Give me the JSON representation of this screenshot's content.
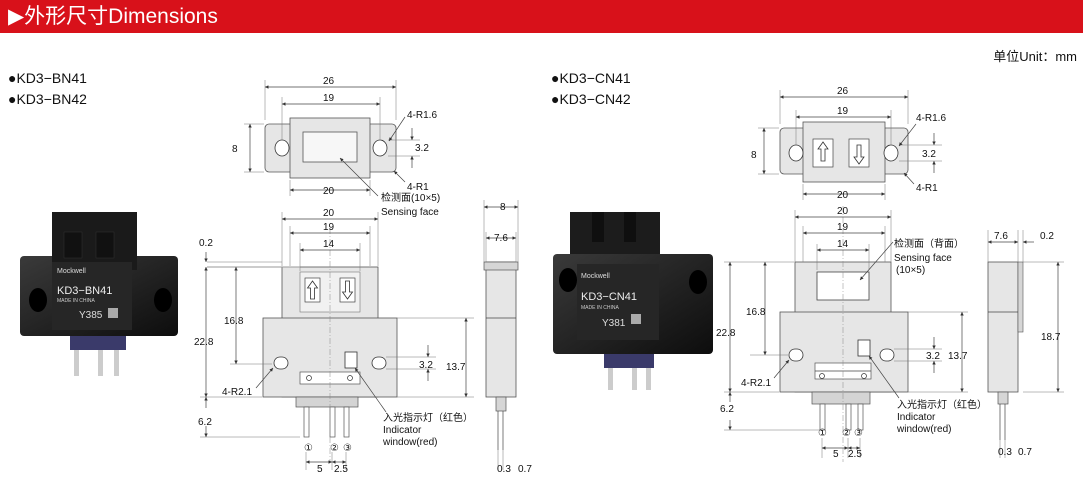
{
  "header": {
    "title": "▶外形尺寸Dimensions"
  },
  "unit": "单位Unit：mm",
  "left": {
    "models": [
      "●KD3−BN41",
      "●KD3−BN42"
    ],
    "photo": {
      "brand": "Mockwell",
      "model": "KD3−BN41",
      "made": "MADE IN CHINA",
      "code": "Y385"
    },
    "top_view": {
      "w26": "26",
      "w19": "19",
      "h8": "8",
      "d32": "3.2",
      "w20": "20",
      "r16": "4-R1.6",
      "r1": "4-R1"
    },
    "sensing": {
      "cn": "检测面(10×5)",
      "en": "Sensing face"
    },
    "front_view": {
      "w20": "20",
      "w19": "19",
      "w14": "14",
      "d02": "0.2",
      "h168": "16.8",
      "h228": "22.8",
      "d32": "3.2",
      "h137": "13.7",
      "r21": "4-R2.1",
      "h62": "6.2",
      "p5": "5",
      "p25": "2.5",
      "pins": [
        "①",
        "②",
        "③"
      ]
    },
    "indicator": {
      "cn": "入光指示灯（红色）",
      "en1": "Indicator",
      "en2": "window(red)"
    },
    "side_view": {
      "w8": "8",
      "w76": "7.6",
      "t03": "0.3",
      "t07": "0.7"
    }
  },
  "right": {
    "models": [
      "●KD3−CN41",
      "●KD3−CN42"
    ],
    "photo": {
      "brand": "Mockwell",
      "model": "KD3−CN41",
      "made": "MADE IN CHINA",
      "code": "Y381"
    },
    "top_view": {
      "w26": "26",
      "w19": "19",
      "h8": "8",
      "d32": "3.2",
      "w20": "20",
      "r16": "4-R1.6",
      "r1": "4-R1"
    },
    "sensing": {
      "cn": "检测面（背面）",
      "en": "Sensing face",
      "size": "(10×5)"
    },
    "front_view": {
      "w20": "20",
      "w19": "19",
      "w14": "14",
      "h168": "16.8",
      "h228": "22.8",
      "d32": "3.2",
      "h137": "13.7",
      "r21": "4-R2.1",
      "h62": "6.2",
      "p5": "5",
      "p25": "2.5",
      "pins": [
        "①",
        "②",
        "③"
      ]
    },
    "indicator": {
      "cn": "入光指示灯（红色）",
      "en1": "Indicator",
      "en2": "window(red)"
    },
    "side_view": {
      "w76": "7.6",
      "d02": "0.2",
      "h187": "18.7",
      "t03": "0.3",
      "t07": "0.7"
    }
  }
}
